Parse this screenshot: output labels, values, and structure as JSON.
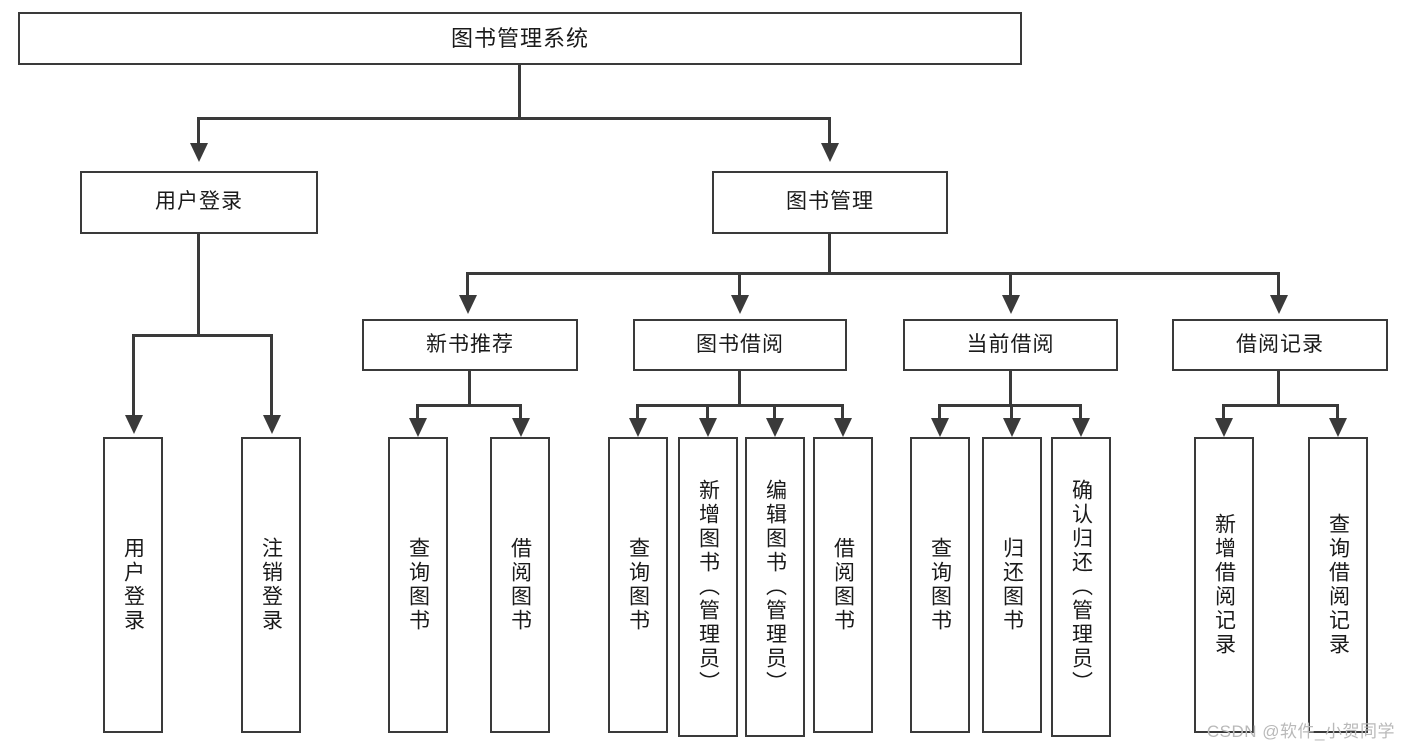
{
  "diagram": {
    "type": "tree",
    "title": "图书管理系统",
    "watermark": "CSDN @软件_小贺同学",
    "root": {
      "label": "图书管理系统"
    },
    "level2": [
      {
        "label": "用户登录"
      },
      {
        "label": "图书管理"
      }
    ],
    "level3": [
      {
        "label": "新书推荐"
      },
      {
        "label": "图书借阅"
      },
      {
        "label": "当前借阅"
      },
      {
        "label": "借阅记录"
      }
    ],
    "leaves": {
      "user_login": [
        {
          "label": "用户登录"
        },
        {
          "label": "注销登录"
        }
      ],
      "new_book_recommend": [
        {
          "label": "查询图书"
        },
        {
          "label": "借阅图书"
        }
      ],
      "book_borrow": [
        {
          "label": "查询图书"
        },
        {
          "label": "新增图书（管理员）"
        },
        {
          "label": "编辑图书（管理员）"
        },
        {
          "label": "借阅图书"
        }
      ],
      "current_borrow": [
        {
          "label": "查询图书"
        },
        {
          "label": "归还图书"
        },
        {
          "label": "确认归还（管理员）"
        }
      ],
      "borrow_record": [
        {
          "label": "新增借阅记录"
        },
        {
          "label": "查询借阅记录"
        }
      ]
    },
    "colors": {
      "stroke": "#3a3a3a",
      "text": "#1a1a1a",
      "background": "#ffffff",
      "watermark": "#b9b9b9"
    }
  }
}
